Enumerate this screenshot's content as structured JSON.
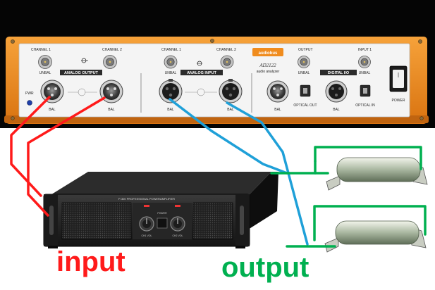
{
  "analyzer": {
    "brand": "audiobus",
    "model": "AD2122",
    "subtitle": "audio analyzer",
    "analog_output": {
      "channel1": "CHANNEL 1",
      "channel2": "CHANNEL 2",
      "strip": "ANALOG OUTPUT",
      "unbal": "UNBAL",
      "bal": "BAL"
    },
    "analog_input": {
      "channel1": "CHANNEL 1",
      "channel2": "CHANNEL 2",
      "strip": "ANALOG INPUT",
      "unbal": "UNBAL",
      "bal": "BAL"
    },
    "digital_io": {
      "output": "OUTPUT",
      "input1": "INPUT 1",
      "strip": "DIGITAL I/O",
      "unbal": "UNBAL",
      "bal": "BAL",
      "optical_out": "OPTICAL OUT",
      "optical_in": "OPTICAL IN"
    },
    "pwr": "PWR",
    "power": "POWER"
  },
  "amplifier": {
    "title": "P-300 PROFESSIONAL POWERAMPLIFIER",
    "knob_left": "CH1 VOL",
    "knob_right": "CH2 VOL",
    "power_label": "POWER"
  },
  "labels": {
    "input": "input",
    "output": "output"
  },
  "colors": {
    "input_wire": "#ff1a1a",
    "output_wire": "#1fa0d8",
    "load_wire": "#00b050",
    "chassis_trim": "#f08c1e",
    "panel": "#f4f4f4"
  }
}
